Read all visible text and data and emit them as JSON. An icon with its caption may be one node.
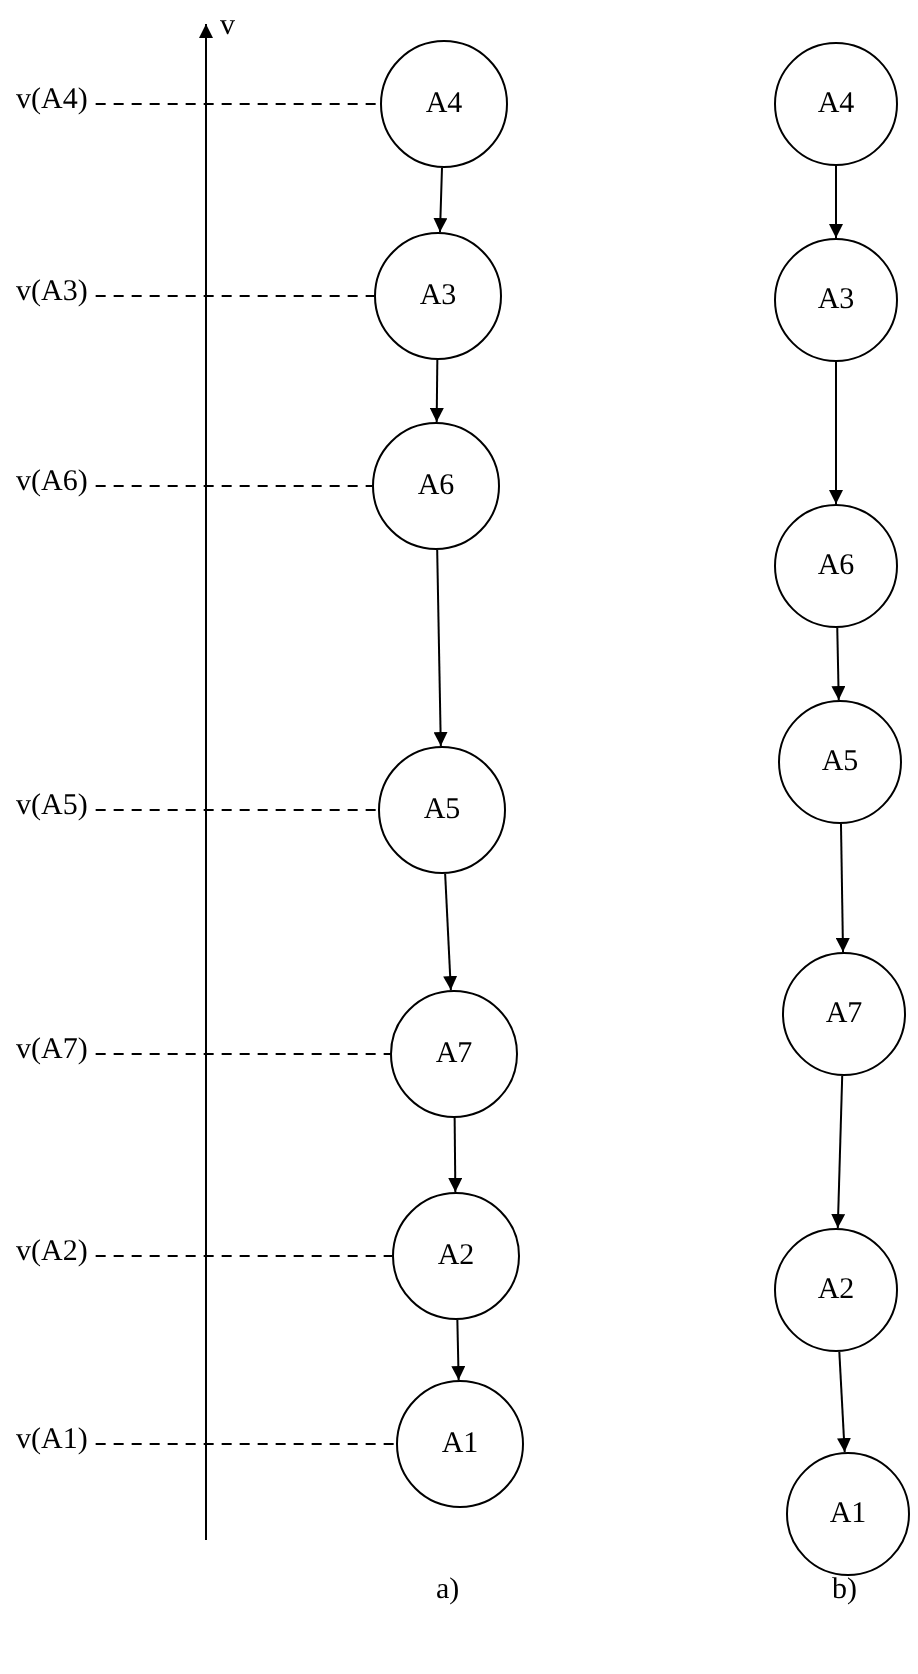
{
  "diagram": {
    "nodes": [
      {
        "text": [
          "A4"
        ]
      },
      {
        "text": [
          "A3"
        ]
      },
      {
        "text": [
          "A6"
        ]
      },
      {
        "text": [
          "A5"
        ]
      },
      {
        "text": [
          "A7"
        ]
      },
      {
        "text": [
          "A2"
        ]
      },
      {
        "text": [
          "A1"
        ]
      },
      {
        "text": [
          "A4"
        ]
      },
      {
        "text": [
          "A3"
        ]
      },
      {
        "text": [
          "A6"
        ]
      },
      {
        "text": [
          "A5"
        ]
      },
      {
        "text": [
          "A7"
        ]
      },
      {
        "text": [
          "A2"
        ]
      },
      {
        "text": [
          "A1"
        ]
      },
      {
        "text": [
          "v(A4)"
        ]
      },
      {
        "text": [
          "v(A3)"
        ]
      },
      {
        "text": [
          "v(A6)"
        ]
      },
      {
        "text": [
          "v(A5)"
        ]
      },
      {
        "text": [
          "v(A7)"
        ]
      },
      {
        "text": [
          "v(A2)"
        ]
      },
      {
        "text": [
          "v(A1)"
        ]
      }
    ],
    "edges": [
      {
        "from": 0,
        "to": 1,
        "arrow": "to"
      },
      {
        "from": 1,
        "to": 2,
        "arrow": "to"
      },
      {
        "from": 2,
        "to": 3,
        "arrow": "to"
      },
      {
        "from": 3,
        "to": 4,
        "arrow": "to"
      },
      {
        "from": 4,
        "to": 5,
        "arrow": "to"
      },
      {
        "from": 5,
        "to": 6,
        "arrow": "to"
      },
      {
        "from": 7,
        "to": 8,
        "arrow": "to"
      },
      {
        "from": 8,
        "to": 9,
        "arrow": "to"
      },
      {
        "from": 9,
        "to": 10,
        "arrow": "to"
      },
      {
        "from": 10,
        "to": 11,
        "arrow": "to"
      },
      {
        "from": 11,
        "to": 12,
        "arrow": "to"
      },
      {
        "from": 12,
        "to": 13,
        "arrow": "to"
      },
      {
        "from": 14,
        "to": 0,
        "arrow": "none",
        "style": "dashed"
      },
      {
        "from": 15,
        "to": 1,
        "arrow": "none",
        "style": "dashed"
      },
      {
        "from": 16,
        "to": 2,
        "arrow": "none",
        "style": "dashed"
      },
      {
        "from": 17,
        "to": 3,
        "arrow": "none",
        "style": "dashed"
      },
      {
        "from": 18,
        "to": 4,
        "arrow": "none",
        "style": "dashed"
      },
      {
        "from": 19,
        "to": 5,
        "arrow": "none",
        "style": "dashed"
      },
      {
        "from": 20,
        "to": 6,
        "arrow": "none",
        "style": "dashed"
      }
    ],
    "labels": [
      "v",
      "a)",
      "b)"
    ]
  }
}
